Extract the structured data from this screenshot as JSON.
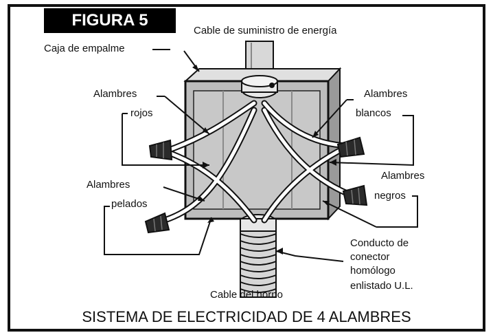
{
  "figure": {
    "title": "FIGURA 5",
    "caption": "SISTEMA DE ELECTRICIDAD DE 4 ALAMBRES"
  },
  "labels": {
    "supply_cable": "Cable de suministro de energía",
    "junction_box": "Caja de empalme",
    "red_wires_line1": "Alambres",
    "red_wires_line2": "rojos",
    "white_wires_line1": "Alambres",
    "white_wires_line2": "blancos",
    "black_wires_line1": "Alambres",
    "black_wires_line2": "negros",
    "bare_wires_line1": "Alambres",
    "bare_wires_line2": "pelados",
    "conduit_line1": "Conducto de",
    "conduit_line2": "conector",
    "conduit_line3": "homólogo",
    "conduit_line4": "enlistado U.L.",
    "oven_cable": "Cable del horno"
  },
  "colors": {
    "ink": "#111111",
    "title_bg": "#000000",
    "title_text": "#ffffff",
    "box_face": "#bdbdbd",
    "box_side": "#9a9a9a"
  }
}
